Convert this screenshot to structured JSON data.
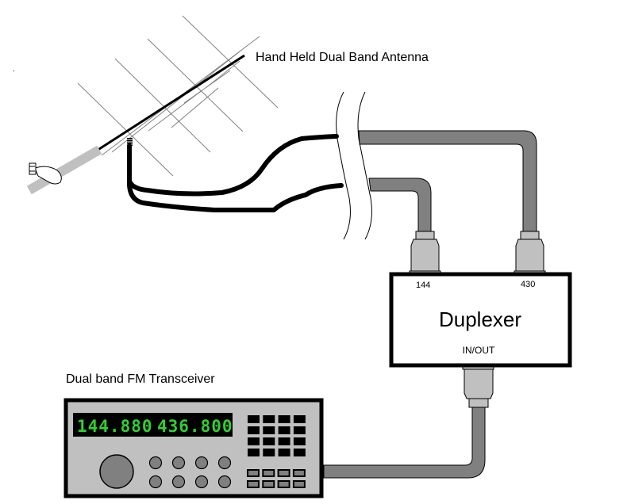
{
  "labels": {
    "antenna": "Hand Held Dual Band Antenna",
    "transceiver": "Dual band FM Transceiver",
    "duplexer_title": "Duplexer",
    "port_144": "144",
    "port_430": "430",
    "port_inout": "IN/OUT"
  },
  "transceiver": {
    "freq_vhf": "144.880",
    "freq_uhf": "436.800",
    "keypad_rows": 4,
    "keypad_cols": 4,
    "round_button_rows": 2,
    "round_button_cols": 4,
    "small_key_rows": 2,
    "small_key_cols": 4
  },
  "colors": {
    "cable_gray": "#808080",
    "connector_gray": "#c0c0c0",
    "panel_gray": "#c0c0c0",
    "lcd_bg": "#000000",
    "lcd_text": "#2fd12f",
    "coax_black": "#000000",
    "antenna_grip": "#c0c0c0"
  }
}
